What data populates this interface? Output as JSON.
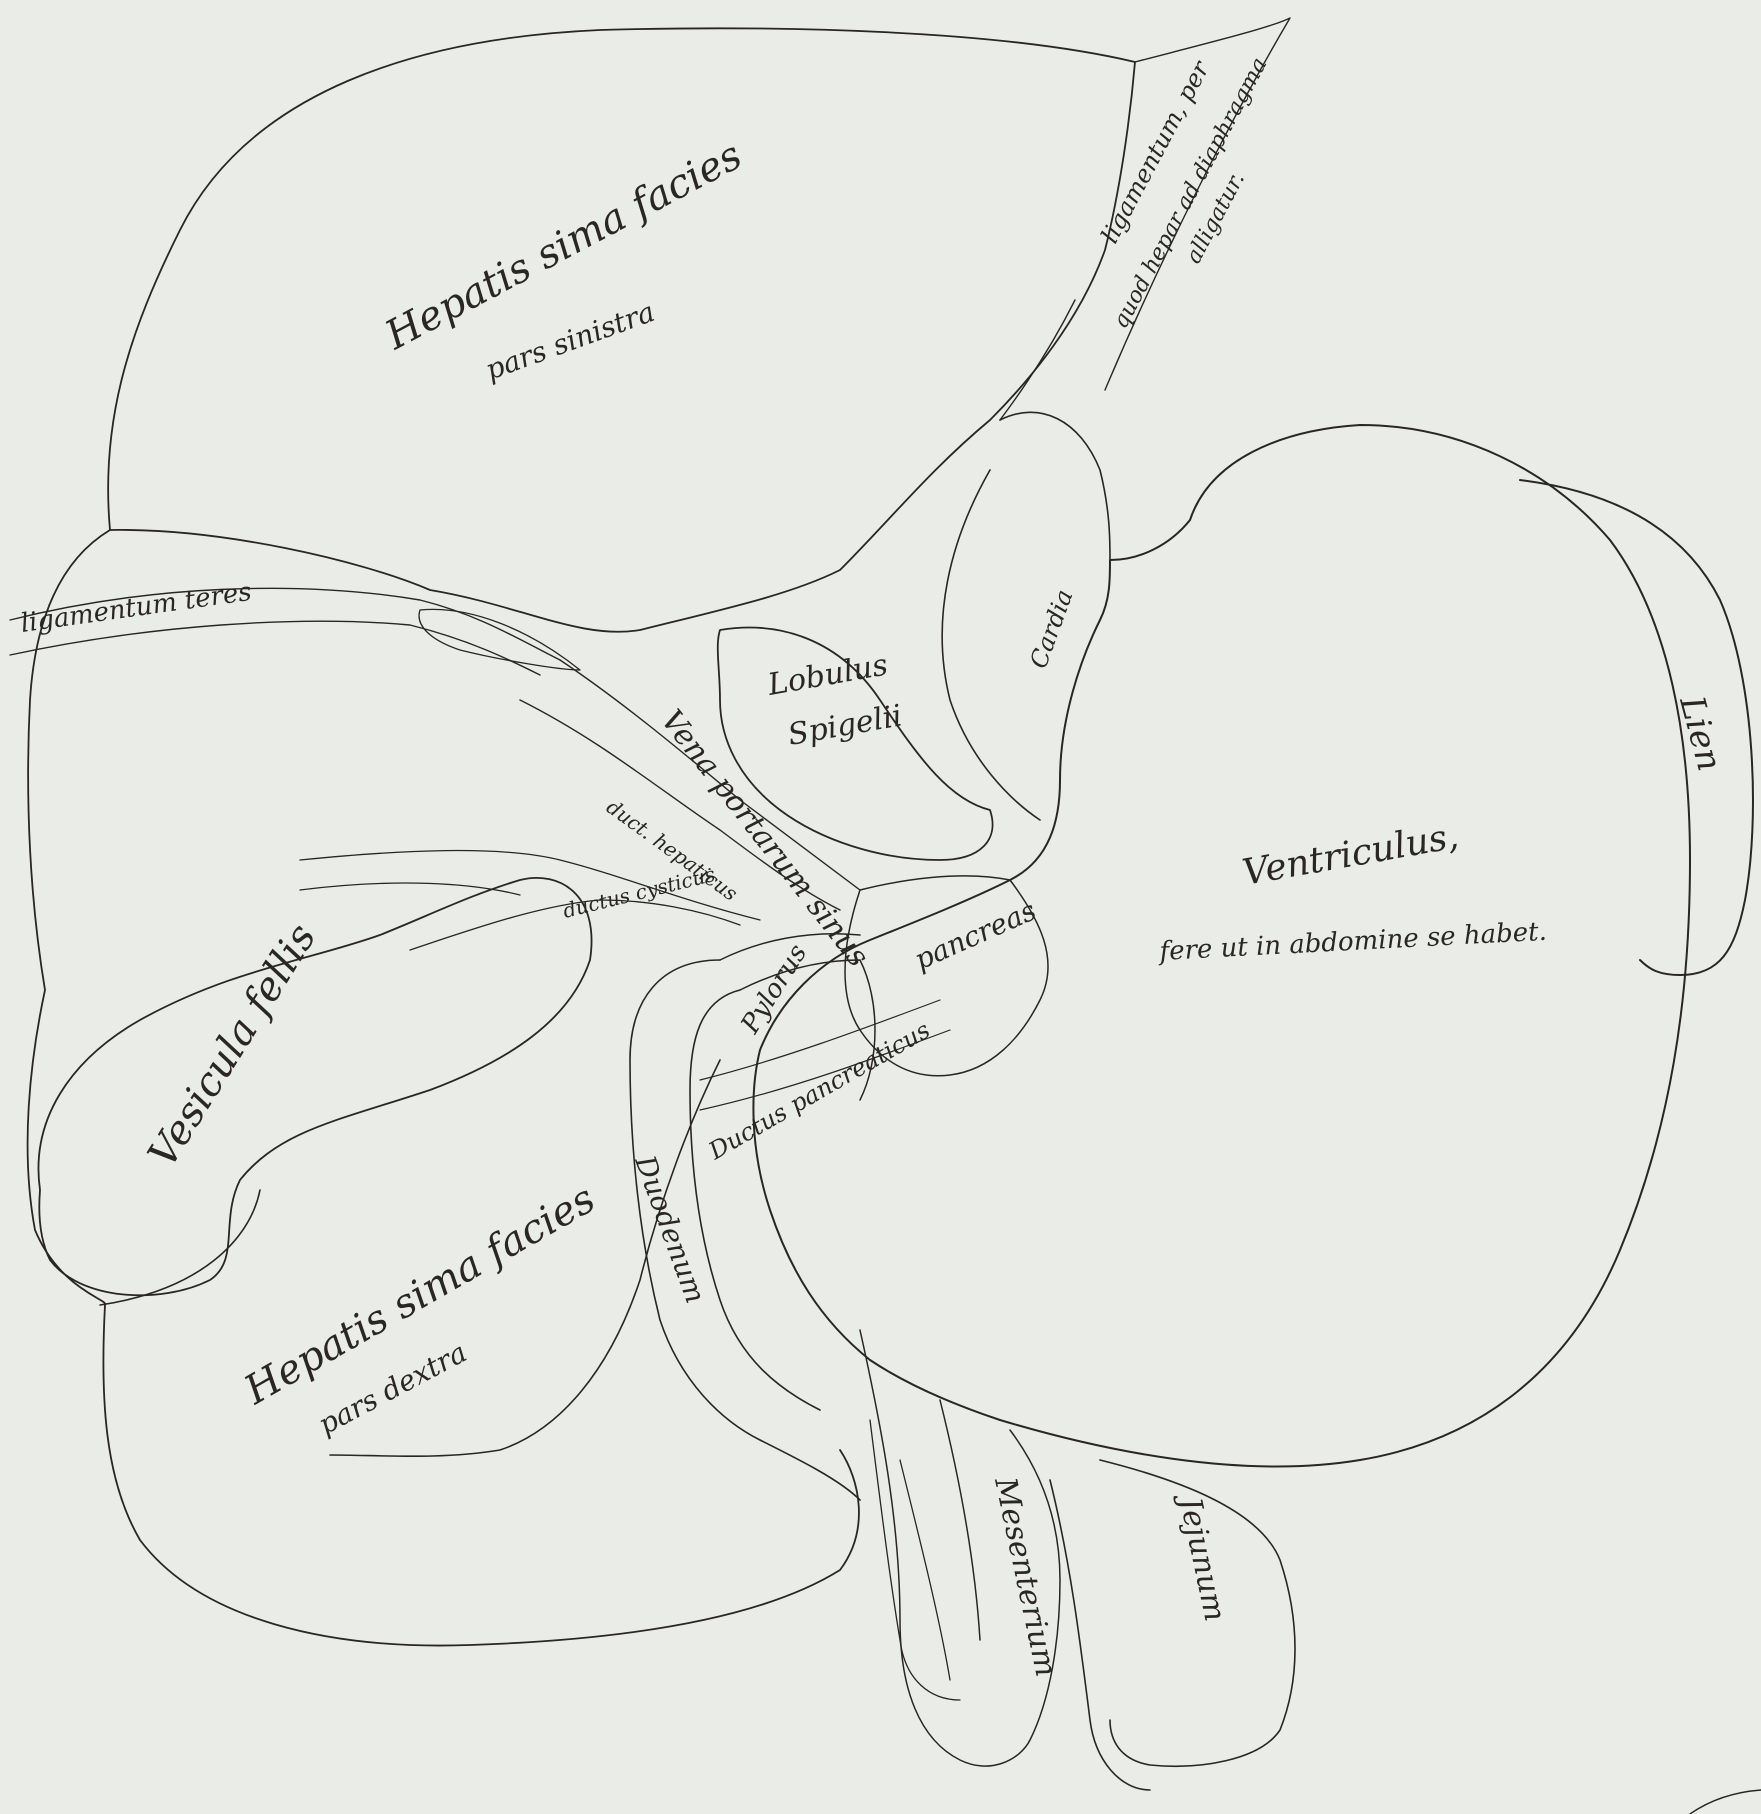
{
  "colors": {
    "paper": "#e9ece7",
    "ink": "#2a2622"
  },
  "labels": {
    "hepar_sinistra_1": "Hepatis sima facies",
    "hepar_sinistra_2": "pars sinistra",
    "ligamentum_1": "ligamentum, per",
    "ligamentum_2": "quod hepar ad diaphragma",
    "ligamentum_3": "alligatur.",
    "ligamentum_teres": "ligamentum teres",
    "lobulus_1": "Lobulus",
    "lobulus_2": "Spigelii",
    "cardia": "Cardia",
    "vena_portarum": "Vena portarum sinus",
    "duct_hepaticus": "duct. hepaticus",
    "ductus_cysticus": "ductus cysticus",
    "pancreas": "pancreas",
    "pylorus": "Pylorus",
    "ductus_pancreaticus": "Ductus pancreaticus",
    "vesicula_fellis": "Vesicula fellis",
    "duodenum": "Duodenum",
    "hepar_dextra_1": "Hepatis sima facies",
    "hepar_dextra_2": "pars dextra",
    "ventriculus_1": "Ventriculus,",
    "ventriculus_2": "fere ut in abdomine se habet.",
    "lien": "Lien",
    "mesenterium": "Mesenterium",
    "jejunum": "Jejunum"
  }
}
